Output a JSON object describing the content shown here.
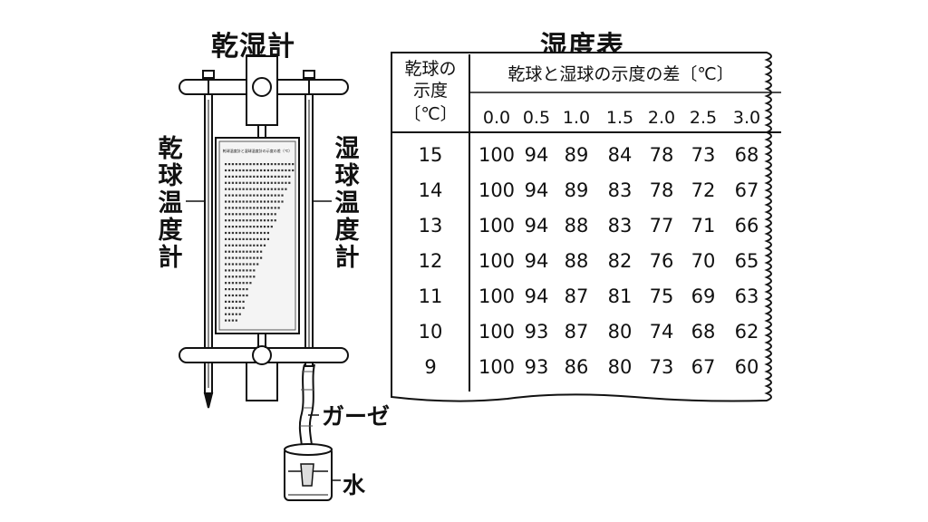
{
  "left_panel": {
    "title": "乾湿計",
    "dry_label": "乾球温度計",
    "wet_label": "湿球温度計",
    "gauze_label": "ガーゼ",
    "water_label": "水",
    "mini_chart_header": "乾球温度計と湿球温度計の示度の差（℃）"
  },
  "right_panel": {
    "title": "湿度表",
    "header_left": [
      "乾球の",
      "示度",
      "〔℃〕"
    ],
    "header_right": "乾球と湿球の示度の差〔℃〕",
    "diffs": [
      "0.0",
      "0.5",
      "1.0",
      "1.5",
      "2.0",
      "2.5",
      "3.0"
    ],
    "rows": [
      {
        "t": "15",
        "v": [
          "100",
          "94",
          "89",
          "84",
          "78",
          "73",
          "68"
        ]
      },
      {
        "t": "14",
        "v": [
          "100",
          "94",
          "89",
          "83",
          "78",
          "72",
          "67"
        ]
      },
      {
        "t": "13",
        "v": [
          "100",
          "94",
          "88",
          "83",
          "77",
          "71",
          "66"
        ]
      },
      {
        "t": "12",
        "v": [
          "100",
          "94",
          "88",
          "82",
          "76",
          "70",
          "65"
        ]
      },
      {
        "t": "11",
        "v": [
          "100",
          "94",
          "87",
          "81",
          "75",
          "69",
          "63"
        ]
      },
      {
        "t": "10",
        "v": [
          "100",
          "93",
          "87",
          "80",
          "74",
          "68",
          "62"
        ]
      },
      {
        "t": "9",
        "v": [
          "100",
          "93",
          "86",
          "80",
          "73",
          "67",
          "60"
        ]
      }
    ]
  }
}
